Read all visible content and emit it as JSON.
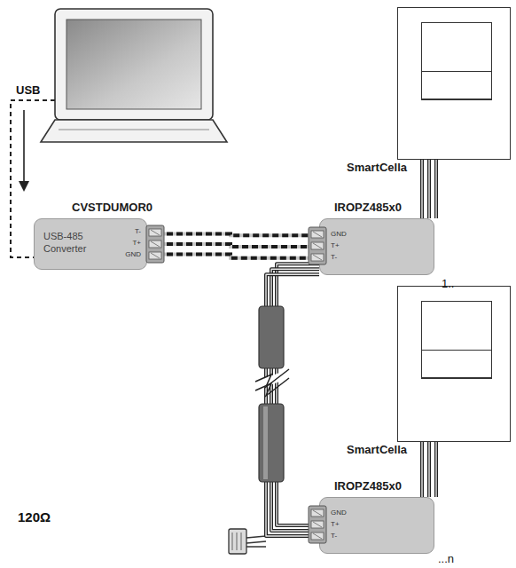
{
  "diagram": {
    "nodes": [
      {
        "text": [
          "SmartCella"
        ]
      },
      {
        "text": [
          "CVSTDUMOR0",
          "USB-485 Converter"
        ]
      },
      {
        "text": [
          "IROPZ485x0"
        ]
      },
      {
        "text": [
          "SmartCella"
        ]
      },
      {
        "text": [
          "IROPZ485x0"
        ]
      }
    ],
    "edges": [
      {
        "from": 1,
        "to": 2,
        "arrow": "none"
      },
      {
        "from": 0,
        "to": 2,
        "arrow": "none"
      },
      {
        "from": 2,
        "to": 4,
        "arrow": "none"
      },
      {
        "from": 3,
        "to": 4,
        "arrow": "none"
      }
    ],
    "labels": [
      "USB",
      "T-",
      "T+",
      "GND",
      "GND",
      "T+",
      "T-",
      "GND",
      "T+",
      "T-",
      "1..",
      "...n",
      "120Ω"
    ]
  }
}
